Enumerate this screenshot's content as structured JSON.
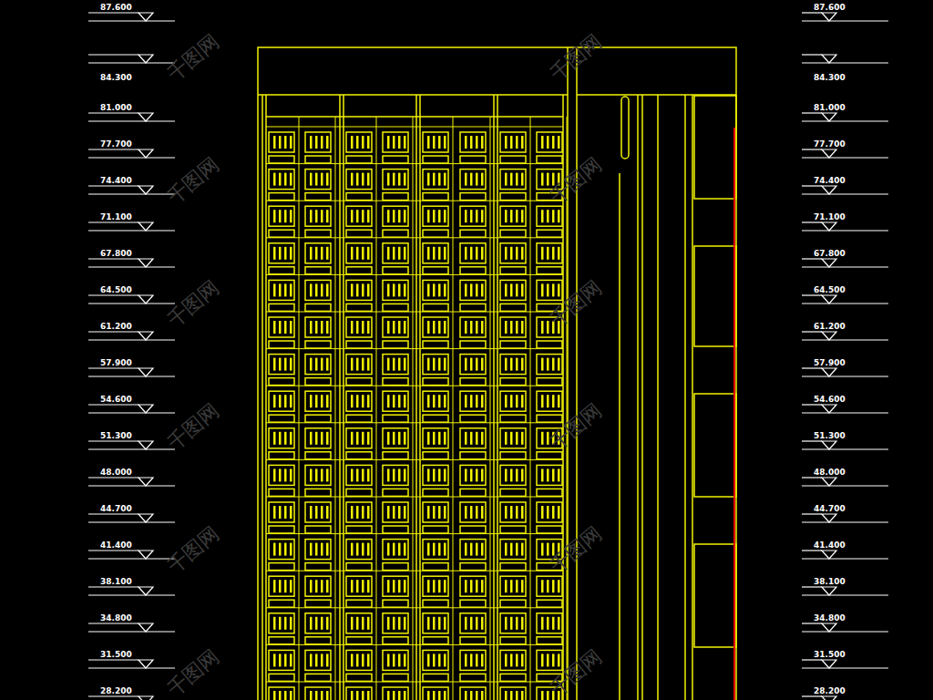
{
  "diagram": {
    "labels": [
      "87.600",
      "84.300",
      "81.000",
      "77.700",
      "74.400",
      "71.100",
      "67.800",
      "64.500",
      "61.200",
      "57.900",
      "54.600",
      "51.300",
      "48.000",
      "44.700",
      "41.400",
      "38.100",
      "34.800",
      "31.500",
      "28.200",
      "87.600",
      "84.300",
      "81.000",
      "77.700",
      "74.400",
      "71.100",
      "67.800",
      "64.500",
      "61.200",
      "57.900",
      "54.600",
      "51.300",
      "48.000",
      "44.700",
      "41.400",
      "38.100",
      "34.800",
      "31.500",
      "28.200",
      "千图网",
      "千图网",
      "千图网",
      "千图网",
      "千图网",
      "千图网",
      "千图网",
      "千图网",
      "千图网",
      "千图网",
      "千图网",
      "千图网"
    ]
  }
}
